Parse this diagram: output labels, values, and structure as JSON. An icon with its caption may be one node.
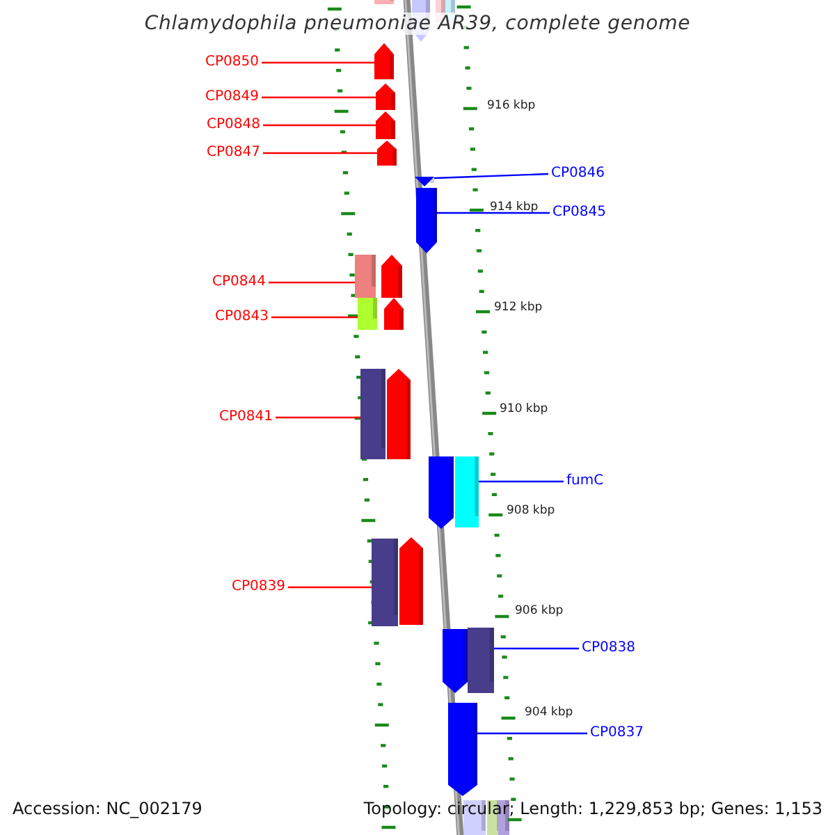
{
  "diagram": {
    "title": "Chlamydophila pneumoniae AR39, complete genome",
    "nodes": [
      {
        "text": [
          "CP0850"
        ]
      },
      {
        "text": [
          "CP0849"
        ]
      },
      {
        "text": [
          "CP0848"
        ]
      },
      {
        "text": [
          "CP0847"
        ]
      },
      {
        "text": [
          "CP0846"
        ]
      },
      {
        "text": [
          "CP0845"
        ]
      },
      {
        "text": [
          "CP0844"
        ]
      },
      {
        "text": [
          "CP0843"
        ]
      },
      {
        "text": [
          "CP0841"
        ]
      },
      {
        "text": [
          "fumC"
        ]
      },
      {
        "text": [
          "CP0839"
        ]
      },
      {
        "text": [
          "CP0838"
        ]
      },
      {
        "text": [
          "CP0837"
        ]
      },
      {
        "text": [],
        "shape": "bar"
      },
      {
        "text": [],
        "shape": "bar"
      },
      {
        "text": [],
        "shape": "bar"
      },
      {
        "text": [],
        "shape": "bar"
      },
      {
        "text": [],
        "shape": "bar"
      },
      {
        "text": [],
        "shape": "bar"
      },
      {
        "text": [],
        "shape": "bar"
      },
      {
        "text": [],
        "shape": "bar"
      },
      {
        "text": [],
        "shape": "bar"
      },
      {
        "text": [],
        "shape": "bar"
      },
      {
        "text": [],
        "shape": "bar"
      },
      {
        "text": [],
        "shape": "bar"
      },
      {
        "text": [],
        "shape": "bar"
      }
    ],
    "edges": [
      {
        "from": 0,
        "to": 13,
        "arrow": "none"
      },
      {
        "from": 1,
        "to": 14,
        "arrow": "none"
      },
      {
        "from": 2,
        "to": 15,
        "arrow": "none"
      },
      {
        "from": 3,
        "to": 16,
        "arrow": "none"
      },
      {
        "from": 4,
        "to": 17,
        "arrow": "none",
        "color": "#0000ff"
      },
      {
        "from": 5,
        "to": 18,
        "arrow": "none",
        "color": "#0000ff"
      },
      {
        "from": 6,
        "to": 19,
        "arrow": "none"
      },
      {
        "from": 7,
        "to": 20,
        "arrow": "none"
      },
      {
        "from": 8,
        "to": 21,
        "arrow": "none"
      },
      {
        "from": 9,
        "to": 22,
        "arrow": "none",
        "color": "#0000ff"
      },
      {
        "from": 10,
        "to": 23,
        "arrow": "none"
      },
      {
        "from": 11,
        "to": 24,
        "arrow": "none",
        "color": "#0000ff"
      },
      {
        "from": 12,
        "to": 25,
        "arrow": "none",
        "color": "#0000ff"
      }
    ],
    "labels": [
      "916 kbp",
      "914 kbp",
      "912 kbp",
      "910 kbp",
      "908 kbp",
      "906 kbp",
      "904 kbp",
      "Accession: NC_002179",
      "Topology: circular; Length: 1,229,853 bp; Genes: 1,153"
    ]
  }
}
